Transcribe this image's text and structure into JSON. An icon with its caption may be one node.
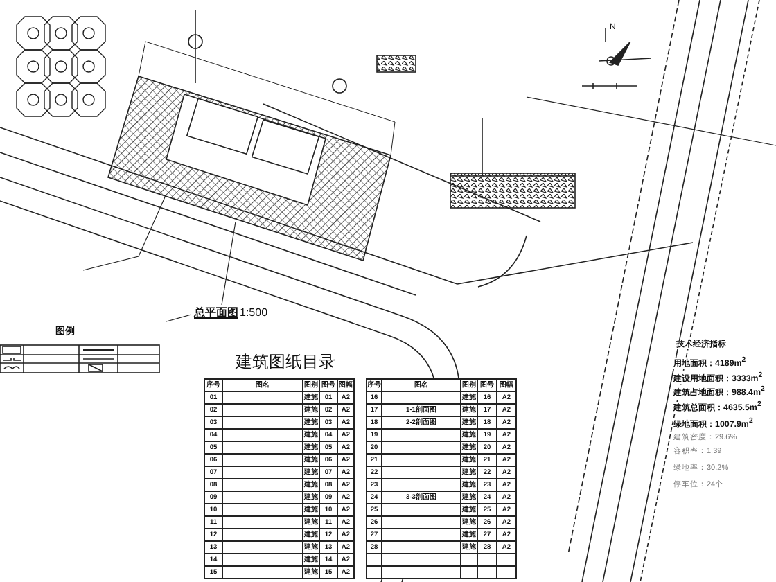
{
  "diagram": {
    "labels": [
      "总平面图",
      "1:500",
      "N",
      "图例",
      "建筑图纸目录",
      "序号",
      "图名",
      "图别",
      "图号",
      "图幅",
      "01",
      "建施",
      "01",
      "A2",
      "02",
      "建施",
      "02",
      "A2",
      "03",
      "建施",
      "03",
      "A2",
      "04",
      "建施",
      "04",
      "A2",
      "05",
      "建施",
      "05",
      "A2",
      "06",
      "建施",
      "06",
      "A2",
      "07",
      "建施",
      "07",
      "A2",
      "08",
      "建施",
      "08",
      "A2",
      "09",
      "建施",
      "09",
      "A2",
      "10",
      "建施",
      "10",
      "A2",
      "11",
      "建施",
      "11",
      "A2",
      "12",
      "建施",
      "12",
      "A2",
      "13",
      "建施",
      "13",
      "A2",
      "14",
      "建施",
      "14",
      "A2",
      "15",
      "建施",
      "15",
      "A2",
      "序号",
      "图名",
      "图别",
      "图号",
      "图幅",
      "16",
      "建施",
      "16",
      "A2",
      "17",
      "1-1剖面图",
      "建施",
      "17",
      "A2",
      "18",
      "2-2剖面图",
      "建施",
      "18",
      "A2",
      "19",
      "建施",
      "19",
      "A2",
      "20",
      "建施",
      "20",
      "A2",
      "21",
      "建施",
      "21",
      "A2",
      "22",
      "建施",
      "22",
      "A2",
      "23",
      "建施",
      "23",
      "A2",
      "24",
      "3-3剖面图",
      "建施",
      "24",
      "A2",
      "25",
      "建施",
      "25",
      "A2",
      "26",
      "建施",
      "26",
      "A2",
      "27",
      "建施",
      "27",
      "A2",
      "28",
      "建施",
      "28",
      "A2",
      "技术经济指标",
      "用地面积：4189m$^{2}$",
      "建设用地面积：3333m$^{2}$",
      "建筑占地面积：988.4m$^{2}$",
      "建筑总面积：4635.5m$^{2}$",
      "绿地面积：1007.9m$^{2}$",
      "建筑密度：29.6%",
      "容积率：1.39",
      "绿地率：30.2%",
      "停车位：24个"
    ]
  }
}
